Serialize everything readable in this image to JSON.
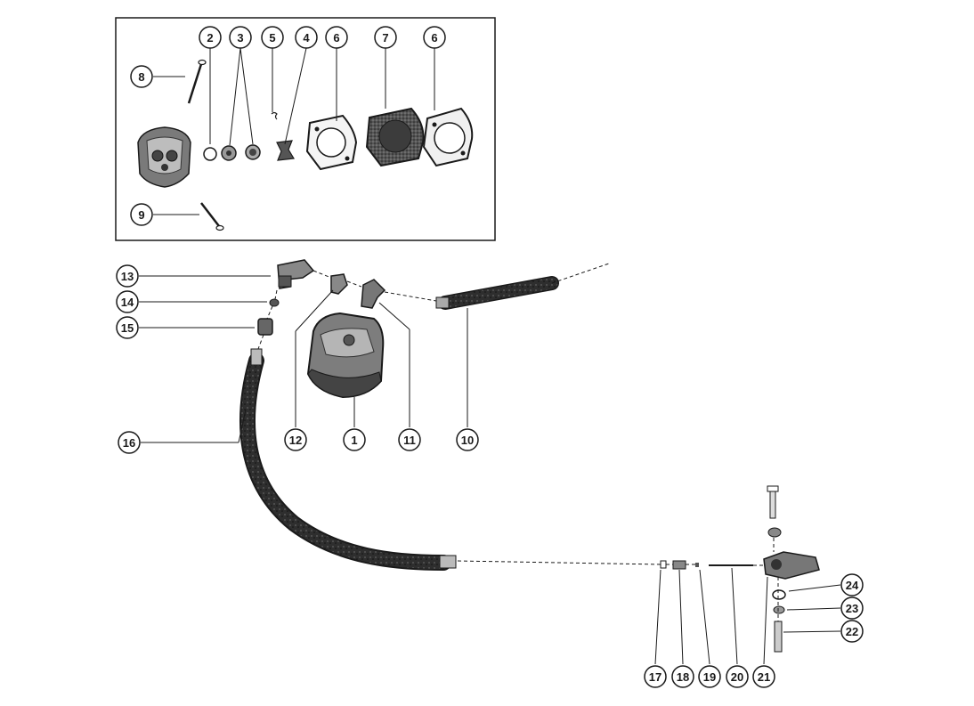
{
  "diagram": {
    "colors": {
      "ink": "#1a1a1a",
      "part_dark": "#3a3a3a",
      "part_mid": "#6b6b6b",
      "part_light": "#c9c9c9",
      "paper": "#ffffff"
    },
    "callouts": {
      "c1": "1",
      "c2": "2",
      "c3": "3",
      "c4": "4",
      "c5": "5",
      "c6a": "6",
      "c6b": "6",
      "c7": "7",
      "c8": "8",
      "c9": "9",
      "c10": "10",
      "c11": "11",
      "c12": "12",
      "c13": "13",
      "c14": "14",
      "c15": "15",
      "c16": "16",
      "c17": "17",
      "c18": "18",
      "c19": "19",
      "c20": "20",
      "c21": "21",
      "c22": "22",
      "c23": "23",
      "c24": "24"
    }
  }
}
